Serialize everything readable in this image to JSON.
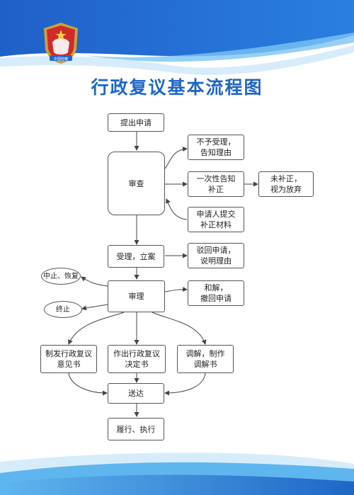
{
  "poster": {
    "title": "行政复议基本流程图",
    "emblem_text": "中国检察",
    "colors": {
      "primary": "#1f66c6",
      "light": "#5fb6ee",
      "pale": "#d7ecfb",
      "line": "#444444"
    }
  },
  "flow": {
    "submit": "提出申请",
    "review": "审查",
    "reject": "不予受理，\n告知理由",
    "notice_correct": "一次性告知\n补正",
    "not_corrected": "未补正，\n视为放弃",
    "submit_materials": "申请人提交\n补正材料",
    "accept": "受理，立案",
    "dismiss": "驳回申请，\n说明理由",
    "suspend": "中止、恢复",
    "hearing": "审理",
    "settle": "和解，\n撤回申请",
    "terminate": "终止",
    "opinion": "制发行政复议\n意见书",
    "decision": "作出行政复议\n决定书",
    "mediation": "调解，制作\n调解书",
    "deliver": "送达",
    "execute": "履行、执行"
  }
}
